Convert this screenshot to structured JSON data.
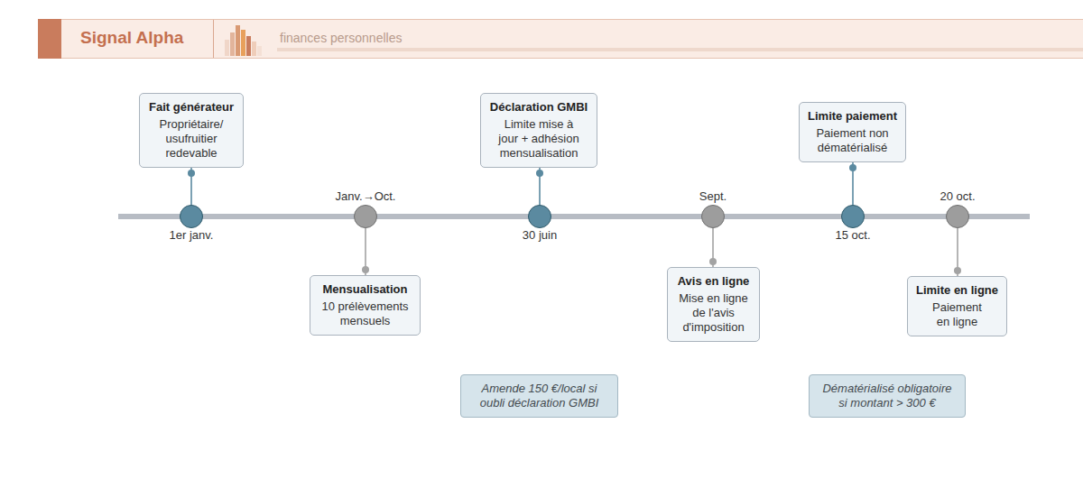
{
  "diagram": {
    "title": "Signal Alpha",
    "nodes": [
      {
        "text": [
          "1er janv."
        ]
      },
      {
        "text": [
          "Fait générateur",
          "Propriétaire/ usufruitier redevable"
        ]
      },
      {
        "text": [
          "Janv.→Oct."
        ]
      },
      {
        "text": [
          "Mensualisation",
          "10 prélèvements mensuels"
        ]
      },
      {
        "text": [
          "30 juin"
        ]
      },
      {
        "text": [
          "Déclaration GMBI",
          "Limite mise à jour + adhésion mensualisation"
        ]
      },
      {
        "text": [
          "Sept."
        ]
      },
      {
        "text": [
          "Avis en ligne",
          "Mise en ligne de l'avis d'imposition"
        ]
      },
      {
        "text": [
          "15 oct."
        ]
      },
      {
        "text": [
          "Limite paiement",
          "Paiement non dématérialisé"
        ]
      },
      {
        "text": [
          "20 oct."
        ]
      },
      {
        "text": [
          "Limite en ligne",
          "Paiement en ligne"
        ]
      },
      {
        "text": [
          "Amende 150 €/local si oubli déclaration GMBI"
        ]
      },
      {
        "text": [
          "Dématérialisé obligatoire si montant > 300 €"
        ]
      }
    ],
    "edges": [
      {
        "from": 0,
        "to": 1,
        "arrow": "none"
      },
      {
        "from": 2,
        "to": 3,
        "arrow": "none"
      },
      {
        "from": 4,
        "to": 5,
        "arrow": "none"
      },
      {
        "from": 6,
        "to": 7,
        "arrow": "none"
      },
      {
        "from": 8,
        "to": 9,
        "arrow": "none"
      },
      {
        "from": 10,
        "to": 11,
        "arrow": "none"
      }
    ],
    "labels": [
      "finances personnelles"
    ]
  }
}
